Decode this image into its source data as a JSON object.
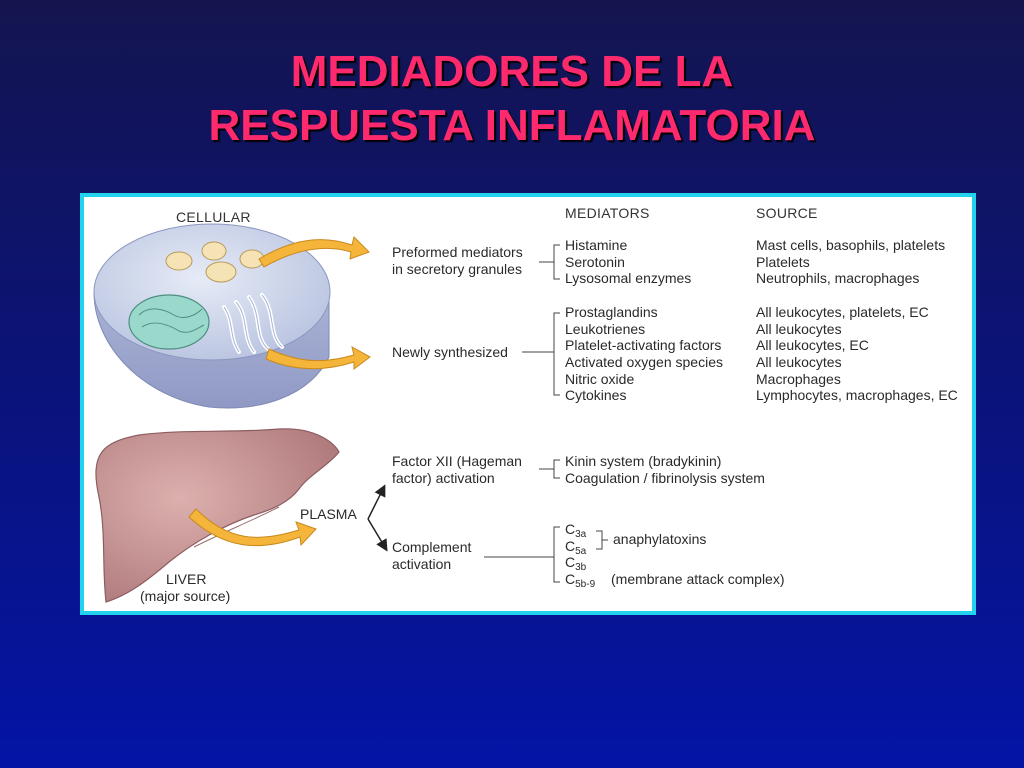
{
  "slide": {
    "title_line1": "MEDIADORES DE LA",
    "title_line2": "RESPUESTA INFLAMATORIA"
  },
  "diagram": {
    "labels": {
      "cellular": "CELLULAR",
      "mediators_header": "MEDIATORS",
      "source_header": "SOURCE",
      "plasma": "PLASMA",
      "liver_line1": "LIVER",
      "liver_line2": "(major source)"
    },
    "cellular_groups": {
      "preformed": {
        "label_line1": "Preformed mediators",
        "label_line2": "in secretory granules",
        "mediators": [
          "Histamine",
          "Serotonin",
          "Lysosomal enzymes"
        ],
        "sources": [
          "Mast cells, basophils, platelets",
          "Platelets",
          "Neutrophils, macrophages"
        ]
      },
      "newly": {
        "label": "Newly synthesized",
        "mediators": [
          "Prostaglandins",
          "Leukotrienes",
          "Platelet-activating factors",
          "Activated oxygen species",
          "Nitric oxide",
          "Cytokines"
        ],
        "sources": [
          "All leukocytes, platelets, EC",
          "All leukocytes",
          "All leukocytes, EC",
          "All leukocytes",
          "Macrophages",
          "Lymphocytes, macrophages, EC"
        ]
      }
    },
    "plasma_groups": {
      "factor_xii": {
        "label_line1": "Factor XII (Hageman",
        "label_line2": "factor) activation",
        "mediators": [
          "Kinin system (bradykinin)",
          "Coagulation / fibrinolysis system"
        ]
      },
      "complement": {
        "label_line1": "Complement",
        "label_line2": "activation",
        "c_letter": "C",
        "subs": [
          "3a",
          "5a",
          "3b",
          "5b-9"
        ],
        "anaphylatoxins": "anaphylatoxins",
        "mac": "(membrane attack complex)"
      }
    },
    "colors": {
      "cell": "#c9d2ea",
      "nucleus": "#8fd3c4",
      "liver": "#c58f8f",
      "arrow": "#f5b43a",
      "border": "#22d3ee"
    }
  }
}
